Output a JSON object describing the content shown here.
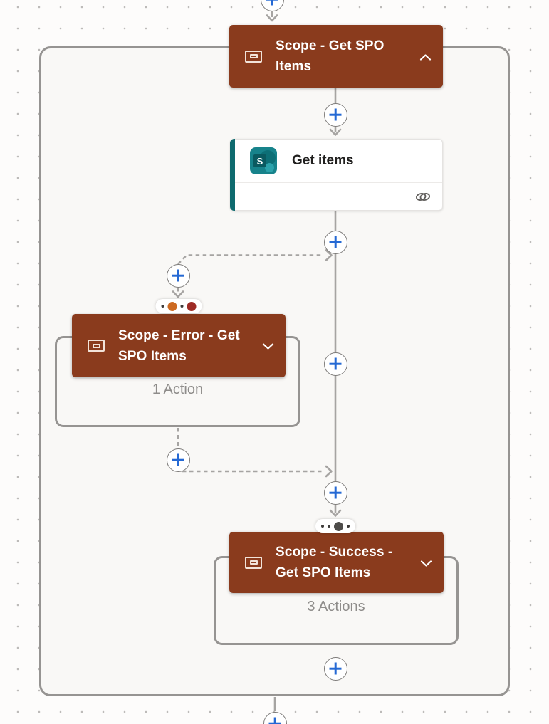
{
  "flow": {
    "outer_scope": {
      "title": "Scope - Get SPO Items",
      "title_line1": "Scope - Get SPO",
      "title_line2": "Items",
      "state": "expanded"
    },
    "get_items": {
      "title": "Get items",
      "connector": "SharePoint",
      "logo_letter": "S"
    },
    "error_scope": {
      "title": "Scope - Error - Get SPO Items",
      "title_line1": "Scope - Error - Get",
      "title_line2": "SPO Items",
      "actions_count": "1 Action",
      "state": "collapsed",
      "run_after_dots": [
        "small-gray",
        "large-orange",
        "small-gray",
        "large-red"
      ]
    },
    "success_scope": {
      "title": "Scope - Success - Get SPO Items",
      "title_line1": "Scope - Success -",
      "title_line2": "Get SPO Items",
      "actions_count": "3 Actions",
      "state": "collapsed",
      "run_after_dots": [
        "small-gray",
        "small-gray",
        "large-dark",
        "small-gray"
      ]
    },
    "icons": {
      "scope": "nested-rectangles-icon",
      "expanded": "chevron-up-icon",
      "collapsed": "chevron-down-icon",
      "add_action": "plus-circle-icon",
      "get_items_logo": "sharepoint-icon",
      "connection_reference": "link-icon"
    },
    "colors": {
      "scope_header": "#8a3b1d",
      "add_button_plus": "#2569d4",
      "connector_line": "#a6a4a2",
      "container_border": "#969492",
      "run_after_orange": "#cd6a21",
      "run_after_red": "#9e2b25",
      "run_after_dark": "#4e4c4a",
      "sharepoint_teal": "#17838b",
      "card_accent_teal": "#0e6a6e",
      "canvas_background": "#fdfcfb"
    }
  }
}
